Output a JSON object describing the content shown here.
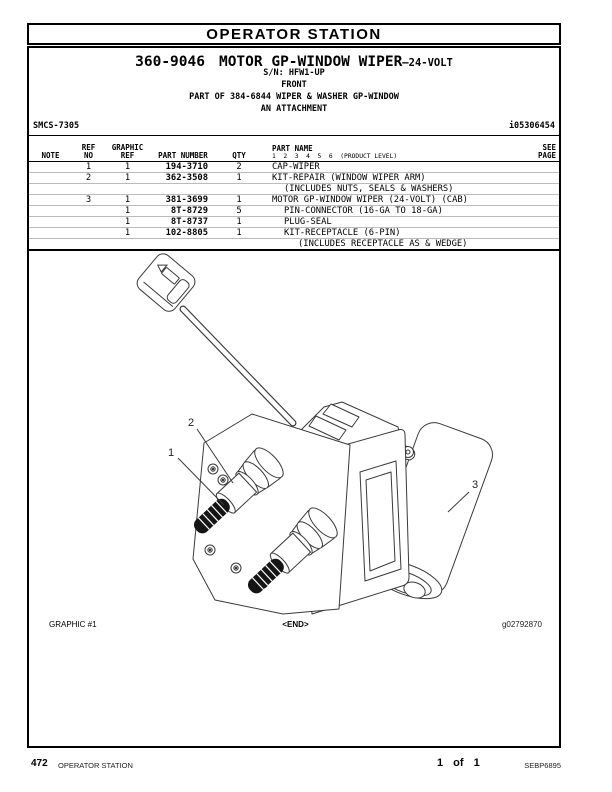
{
  "page": {
    "header_title": "OPERATOR STATION",
    "title": {
      "part_number": "360-9046",
      "name": "MOTOR GP-WINDOW WIPER",
      "suffix": "–24-VOLT"
    },
    "subtitle_lines": [
      "S/N: HFW1-UP",
      "FRONT",
      "PART OF 384-6844 WIPER & WASHER GP-WINDOW",
      "AN ATTACHMENT"
    ],
    "smcs_code": "SMCS-7305",
    "media_number": "i05306454"
  },
  "table": {
    "headers": {
      "note": "NOTE",
      "ref_no": [
        "REF",
        "NO"
      ],
      "graphic_ref": [
        "GRAPHIC",
        "REF"
      ],
      "part_number": "PART NUMBER",
      "qty": "QTY",
      "part_name": "PART NAME",
      "product_level": "1  2  3  4  5  6  (PRODUCT LEVEL)",
      "see_page": [
        "SEE",
        "PAGE"
      ]
    },
    "rows": [
      {
        "ref_no": "1",
        "graphic_ref": "1",
        "part_number": "194-3710",
        "qty": "2",
        "part_name": "CAP-WIPER",
        "indent": 0
      },
      {
        "ref_no": "2",
        "graphic_ref": "1",
        "part_number": "362-3508",
        "qty": "1",
        "part_name": "KIT-REPAIR (WINDOW WIPER ARM)",
        "indent": 0
      },
      {
        "ref_no": "",
        "graphic_ref": "",
        "part_number": "",
        "qty": "",
        "part_name": "(INCLUDES NUTS, SEALS & WASHERS)",
        "indent": 1
      },
      {
        "ref_no": "3",
        "graphic_ref": "1",
        "part_number": "381-3699",
        "qty": "1",
        "part_name": "MOTOR GP-WINDOW WIPER (24-VOLT) (CAB)",
        "indent": 0
      },
      {
        "ref_no": "",
        "graphic_ref": "1",
        "part_number": "8T-8729",
        "qty": "5",
        "part_name": "PIN-CONNECTOR (16-GA TO 18-GA)",
        "indent": 1
      },
      {
        "ref_no": "",
        "graphic_ref": "1",
        "part_number": "8T-8737",
        "qty": "1",
        "part_name": "PLUG-SEAL",
        "indent": 1
      },
      {
        "ref_no": "",
        "graphic_ref": "1",
        "part_number": "102-8805",
        "qty": "1",
        "part_name": "KIT-RECEPTACLE (6-PIN)",
        "indent": 1
      },
      {
        "ref_no": "",
        "graphic_ref": "",
        "part_number": "",
        "qty": "",
        "part_name": "(INCLUDES RECEPTACLE AS & WEDGE)",
        "indent": 2
      }
    ]
  },
  "graphic": {
    "label": "GRAPHIC #1",
    "end_marker": "<END>",
    "graphic_id": "g02792870",
    "callouts": [
      {
        "label": "1"
      },
      {
        "label": "2"
      },
      {
        "label": "3"
      }
    ]
  },
  "footer": {
    "page_number": "472",
    "section_title": "OPERATOR STATION",
    "sheet": "1 of 1",
    "manual_code": "SEBP6895"
  }
}
